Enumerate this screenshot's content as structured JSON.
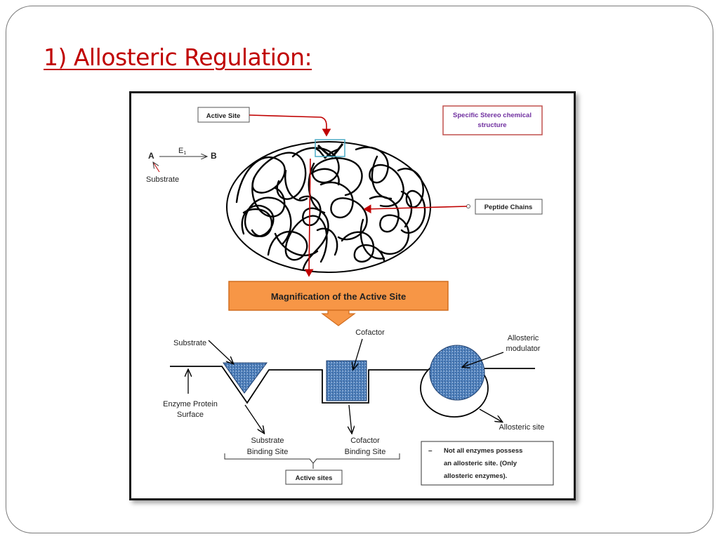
{
  "slide": {
    "title": "1) Allosteric Regulation:"
  },
  "diagram": {
    "active_site_label": "Active Site",
    "stereo_label": [
      "Specific Stereo chemical",
      "structure"
    ],
    "reaction": {
      "reactant": "A",
      "product": "B",
      "enzyme": "E",
      "enzyme_subscript": "1",
      "substrate_label": "Substrate"
    },
    "peptide_label": "Peptide Chains",
    "magnification_label": "Magnification of the Active Site",
    "substrate_label": "Substrate",
    "cofactor_label": "Cofactor",
    "allosteric_modulator_label": [
      "Allosteric",
      "modulator"
    ],
    "enzyme_surface_label": [
      "Enzyme Protein",
      "Surface"
    ],
    "substrate_binding_label": [
      "Substrate",
      "Binding Site"
    ],
    "cofactor_binding_label": [
      "Cofactor",
      "Binding Site"
    ],
    "allosteric_site_label": "Allosteric site",
    "active_sites_label": "Active sites",
    "note": {
      "bullet": "–",
      "lines": [
        "Not all enzymes possess",
        "an allosteric site. (Only",
        "allosteric enzymes)."
      ]
    },
    "colors": {
      "red_arrow": "#c00000",
      "orange_box": "#f79646",
      "blue_fill": "#4f81bd",
      "stereo_border": "#c0504d",
      "stereo_text": "#7030a0",
      "cyan_box": "#4bacc6"
    }
  }
}
